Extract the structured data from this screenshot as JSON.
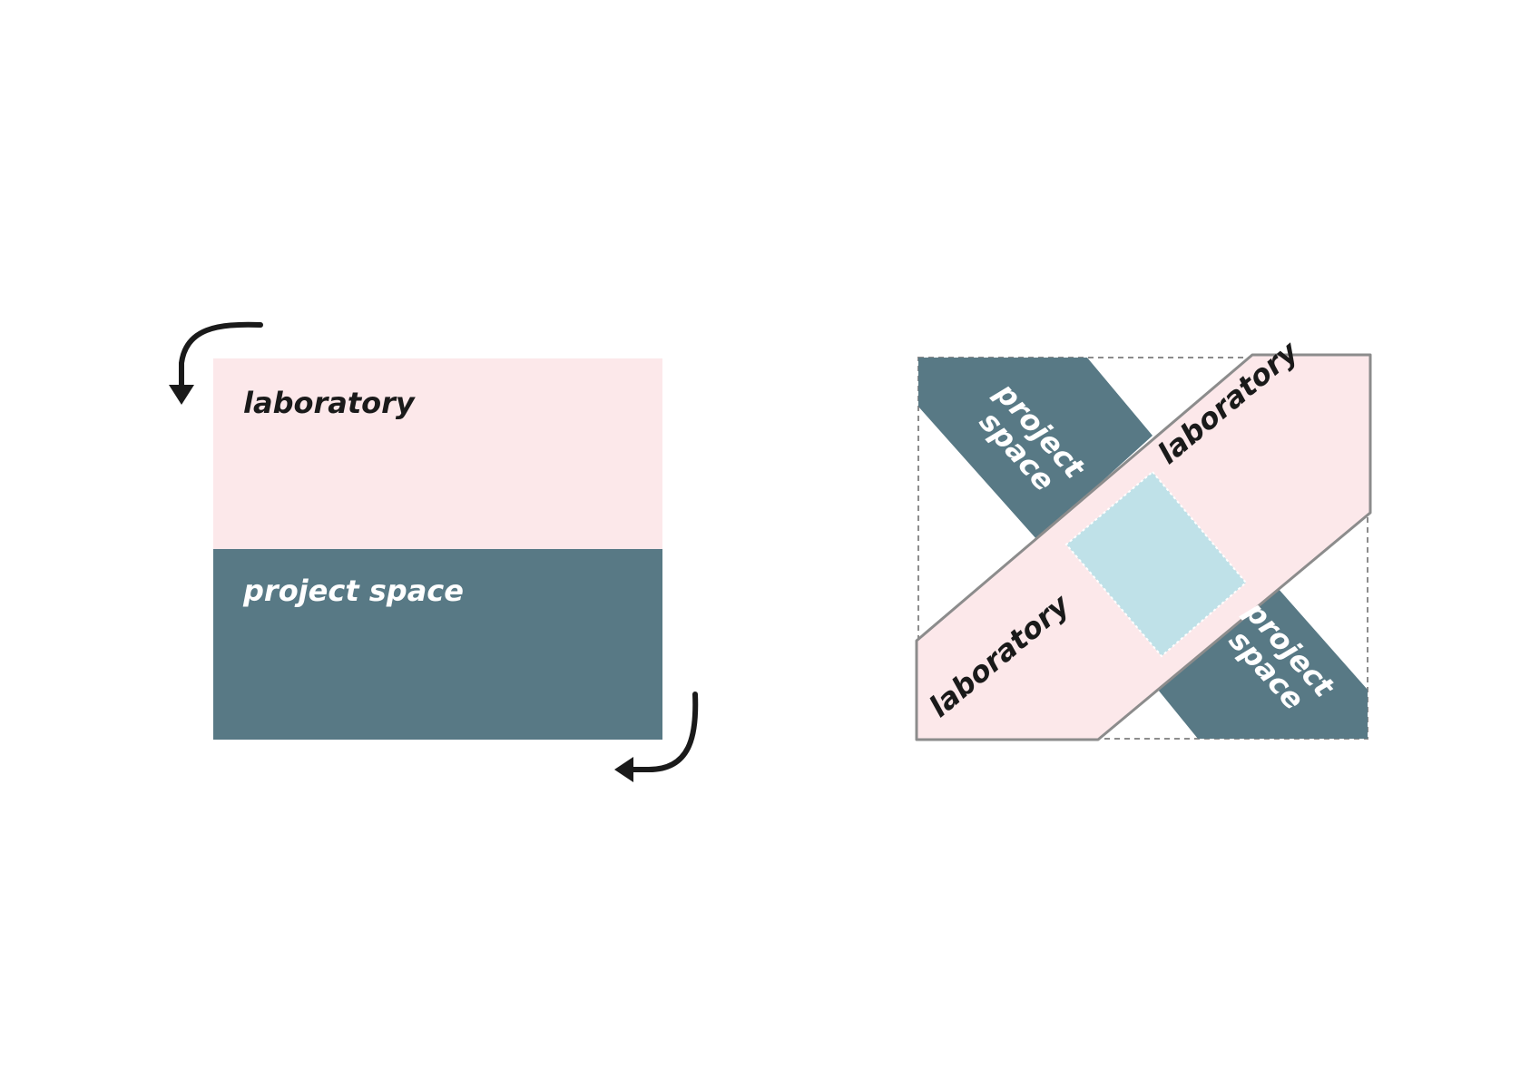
{
  "colors": {
    "laboratory": "#FCE8EA",
    "project_space": "#587985",
    "shared_core": "#BFE1E8",
    "outline": "#8C8C8C",
    "arrow": "#1A1A1A",
    "dark_text": "#1A1A1A",
    "light_text": "#FFFFFF"
  },
  "left_diagram": {
    "top_block_label": "laboratory",
    "bottom_block_label": "project space",
    "arrows": [
      "curved-arrow-icon",
      "curved-arrow-icon"
    ]
  },
  "right_diagram": {
    "band_labels": {
      "laboratory_upper": "laboratory",
      "laboratory_lower": "laboratory",
      "project_upper_line1": "project",
      "project_upper_line2": "space",
      "project_lower_line1": "project",
      "project_lower_line2": "space"
    }
  }
}
